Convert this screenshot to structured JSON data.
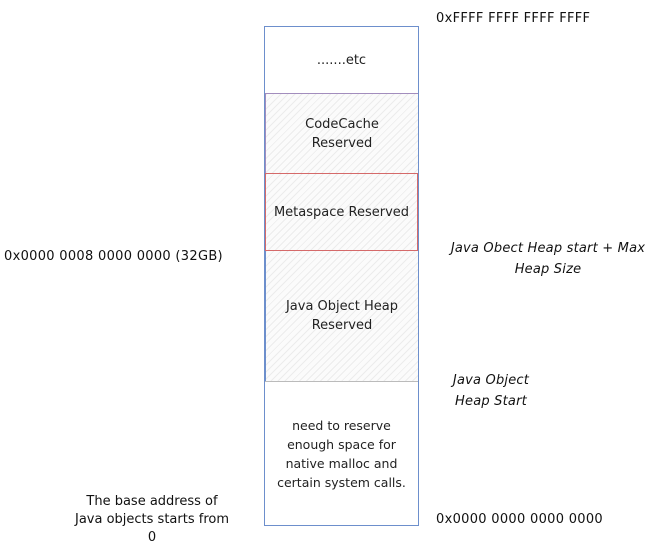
{
  "segments": {
    "etc": ".......etc",
    "code_cache": "CodeCache\nReserved",
    "metaspace": "Metaspace Reserved",
    "java_heap": "Java Object Heap\nReserved",
    "native": "need to reserve\nenough space for\nnative malloc and\ncertain system calls."
  },
  "addresses": {
    "top": "0xFFFF FFFF FFFF FFFF",
    "mid": "0x0000 0008 0000 0000 (32GB)",
    "bottom": "0x0000 0000 0000 0000"
  },
  "annotations": {
    "heap_max": "Java Obect Heap start + Max\nHeap Size",
    "heap_start": "Java Object\nHeap Start",
    "base_address": "The base address of\nJava objects starts from\n0"
  },
  "colors": {
    "column_border": "#6d8fcc",
    "code_cache_border": "#a28dbd",
    "metaspace_border": "#d56a6a"
  }
}
